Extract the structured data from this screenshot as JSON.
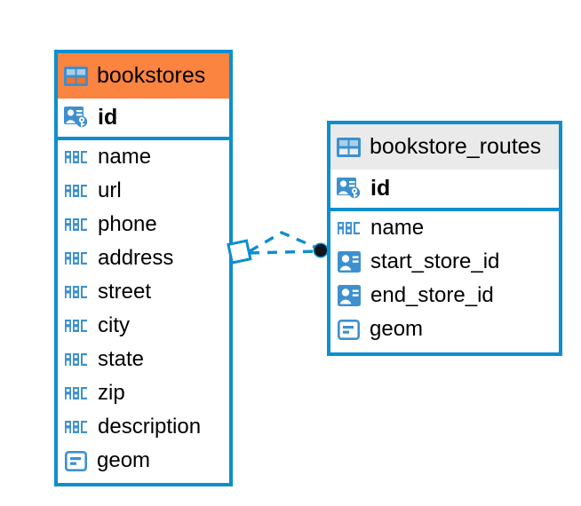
{
  "diagram": {
    "type": "entity-relationship-diagram",
    "background": "#ffffff",
    "colors": {
      "border": "#0d8ecf",
      "accent_header": "#fb8440",
      "neutral_header": "#eaeaea",
      "icon_blue": "#3d90cf",
      "text": "#000000",
      "endpoint_dot": "#10141c"
    }
  },
  "entities": [
    {
      "name": "bookstores",
      "header_style": "accent",
      "header_icon": "table-icon",
      "primary_key": {
        "label": "id",
        "icon": "primary-key-icon"
      },
      "fields": [
        {
          "label": "name",
          "icon": "abc-icon"
        },
        {
          "label": "url",
          "icon": "abc-icon"
        },
        {
          "label": "phone",
          "icon": "abc-icon"
        },
        {
          "label": "address",
          "icon": "abc-icon"
        },
        {
          "label": "street",
          "icon": "abc-icon"
        },
        {
          "label": "city",
          "icon": "abc-icon"
        },
        {
          "label": "state",
          "icon": "abc-icon"
        },
        {
          "label": "zip",
          "icon": "abc-icon"
        },
        {
          "label": "description",
          "icon": "abc-icon"
        },
        {
          "label": "geom",
          "icon": "geometry-icon"
        }
      ]
    },
    {
      "name": "bookstore_routes",
      "header_style": "neutral",
      "header_icon": "table-icon",
      "primary_key": {
        "label": "id",
        "icon": "primary-key-icon"
      },
      "fields": [
        {
          "label": "name",
          "icon": "abc-icon"
        },
        {
          "label": "start_store_id",
          "icon": "foreign-key-icon"
        },
        {
          "label": "end_store_id",
          "icon": "foreign-key-icon"
        },
        {
          "label": "geom",
          "icon": "geometry-icon"
        }
      ]
    }
  ],
  "relationship": {
    "from": "bookstores",
    "to": "bookstore_routes",
    "line_style": "dashed",
    "source_marker": "diamond",
    "target_marker": "filled-circle",
    "branch_count": 2
  }
}
